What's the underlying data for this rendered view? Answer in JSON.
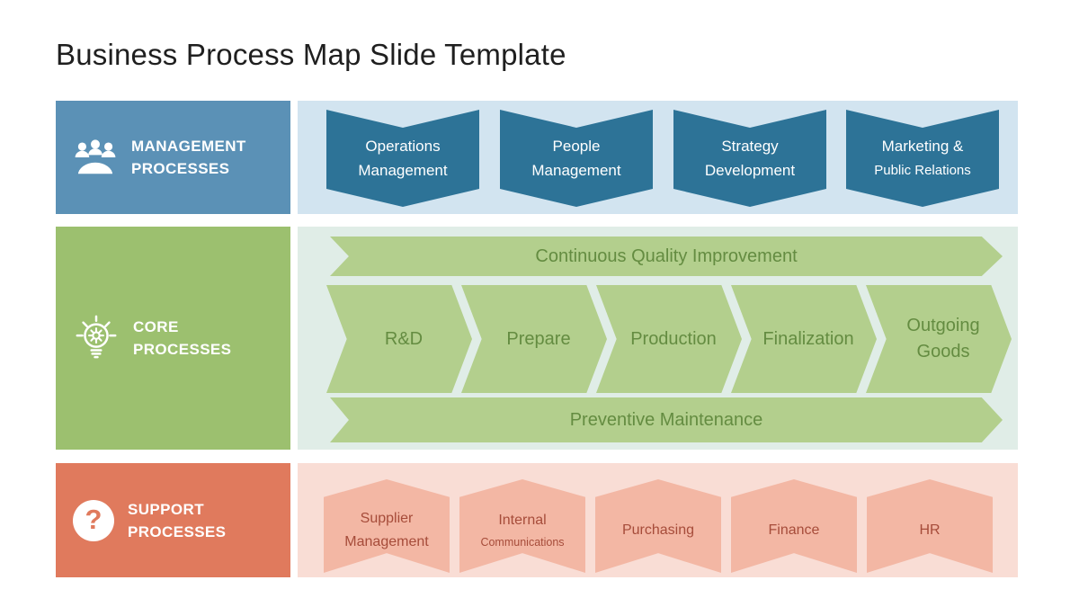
{
  "title": "Business Process Map Slide Template",
  "palette": {
    "title_color": "#1f1f1f",
    "blue_header": "#5b91b6",
    "blue_band": "#d2e4f0",
    "blue_shape": "#2d7397",
    "green_header": "#9cc06f",
    "green_band": "#e0ede7",
    "green_shape": "#b3cf8d",
    "green_text": "#648c41",
    "coral_header": "#e07a5d",
    "coral_band": "#f9ddd5",
    "coral_shape": "#f3b7a4",
    "red_text": "#a64c3a"
  },
  "rows": [
    {
      "name": "Management Processes",
      "icon": "people-meeting-icon",
      "label_lines": [
        "MANAGEMENT",
        "PROCESSES"
      ],
      "banners": [
        {
          "lines": [
            "Operations",
            "Management"
          ]
        },
        {
          "lines": [
            "People",
            "Management"
          ]
        },
        {
          "lines": [
            "Strategy",
            "Development"
          ]
        },
        {
          "lines": [
            "Marketing &",
            "Public Relations"
          ]
        }
      ]
    },
    {
      "name": "Core Processes",
      "icon": "lightbulb-gear-icon",
      "label_lines": [
        "CORE",
        "PROCESSES"
      ],
      "top_bar_label": "Continuous Quality Improvement",
      "chevrons": [
        {
          "lines": [
            "R&D"
          ]
        },
        {
          "lines": [
            "Prepare"
          ]
        },
        {
          "lines": [
            "Production"
          ]
        },
        {
          "lines": [
            "Finalization"
          ]
        },
        {
          "lines": [
            "Outgoing",
            "Goods"
          ]
        }
      ],
      "bottom_bar_label": "Preventive Maintenance"
    },
    {
      "name": "Support Processes",
      "icon": "question-mark-icon",
      "label_lines": [
        "SUPPORT",
        "PROCESSES"
      ],
      "banners": [
        {
          "lines": [
            "Supplier",
            "Management"
          ]
        },
        {
          "lines": [
            "Internal",
            "Communications"
          ]
        },
        {
          "lines": [
            "Purchasing"
          ]
        },
        {
          "lines": [
            "Finance"
          ]
        },
        {
          "lines": [
            "HR"
          ]
        }
      ]
    }
  ]
}
